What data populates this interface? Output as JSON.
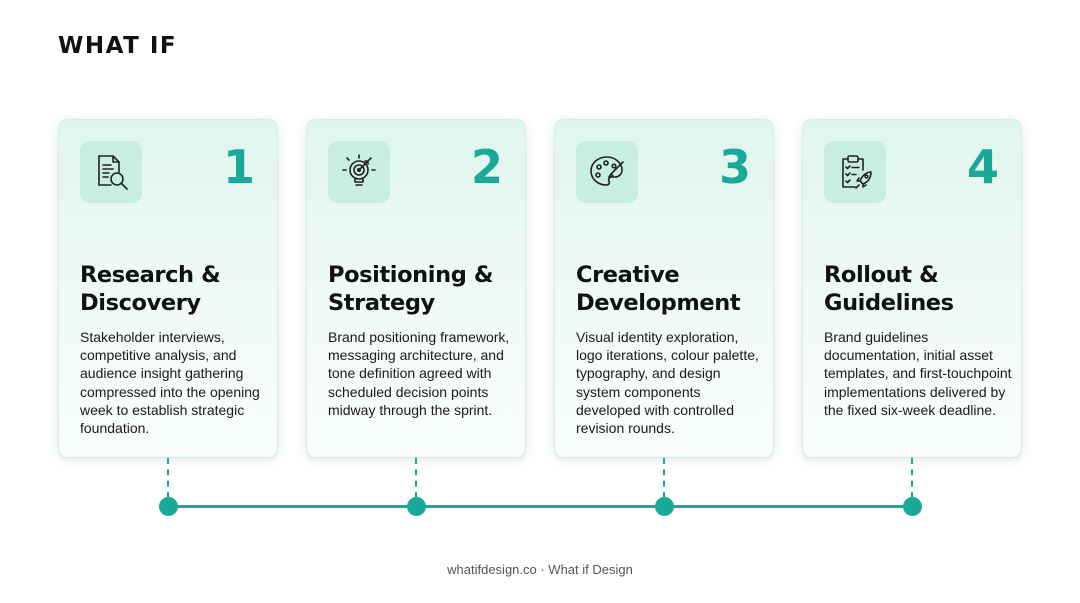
{
  "brand": {
    "name": "WHAT IF"
  },
  "colors": {
    "accent": "#1aa898",
    "icon_bg": "#c8ede2",
    "card_top": "#dff5ee"
  },
  "steps": [
    {
      "number": "1",
      "icon": "document-search-icon",
      "title_line1": "Research &",
      "title_line2": "Discovery",
      "description": "Stakeholder interviews, competitive analysis, and audience insight gathering compressed into the opening week to establish strategic foundation."
    },
    {
      "number": "2",
      "icon": "lightbulb-target-icon",
      "title_line1": "Positioning &",
      "title_line2": "Strategy",
      "description": "Brand positioning framework, messaging architecture, and tone definition agreed with scheduled decision points midway through the sprint."
    },
    {
      "number": "3",
      "icon": "palette-icon",
      "title_line1": "Creative",
      "title_line2": "Development",
      "description": "Visual identity exploration, logo iterations, colour palette, typography, and design system components developed with controlled revision rounds."
    },
    {
      "number": "4",
      "icon": "clipboard-rocket-icon",
      "title_line1": "Rollout &",
      "title_line2": "Guidelines",
      "description": "Brand guidelines documentation, initial asset templates, and first-touchpoint implementations delivered by the fixed six-week deadline."
    }
  ],
  "footer": {
    "text": "whatifdesign.co · What if Design"
  }
}
